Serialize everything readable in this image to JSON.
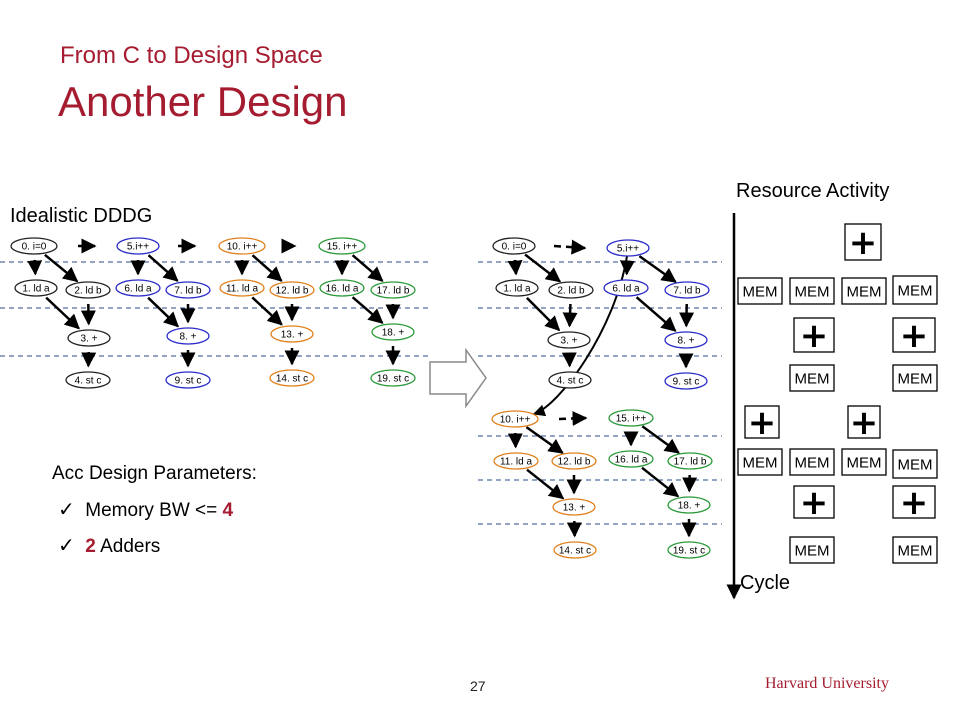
{
  "slide": {
    "subtitle": "From C to Design Space",
    "title": "Another Design",
    "left_label": "Idealistic DDDG",
    "resource_label": "Resource Activity",
    "cycle_label": "Cycle",
    "params_heading": "Acc Design Parameters:",
    "param1_text": "Memory BW <=",
    "param1_value": "4",
    "param2_value": "2",
    "param2_text": "Adders",
    "page_number": "27",
    "footer_brand": "Harvard University"
  },
  "colors": {
    "accent": "#a51c30",
    "node_black": "#222222",
    "node_blue": "#2b2bc8",
    "node_orange": "#e0801c",
    "node_green": "#2a9a3a"
  },
  "left_nodes": [
    {
      "label": "0.  i=0",
      "color": "node_black"
    },
    {
      "label": "1. ld a",
      "color": "node_black"
    },
    {
      "label": "2.  ld b",
      "color": "node_black"
    },
    {
      "label": "3.  +",
      "color": "node_black"
    },
    {
      "label": "4.  st c",
      "color": "node_black"
    },
    {
      "label": "5.i++",
      "color": "node_blue"
    },
    {
      "label": "6.  ld a",
      "color": "node_blue"
    },
    {
      "label": "7.  ld b",
      "color": "node_blue"
    },
    {
      "label": "8.  +",
      "color": "node_blue"
    },
    {
      "label": "9.  st c",
      "color": "node_blue"
    },
    {
      "label": "10.  i++",
      "color": "node_orange"
    },
    {
      "label": "11.  ld a",
      "color": "node_orange"
    },
    {
      "label": "12.  ld b",
      "color": "node_orange"
    },
    {
      "label": "13.  +",
      "color": "node_orange"
    },
    {
      "label": "14.  st c",
      "color": "node_orange"
    },
    {
      "label": "15.  i++",
      "color": "node_green"
    },
    {
      "label": "16.  ld a",
      "color": "node_green"
    },
    {
      "label": "17.  ld b",
      "color": "node_green"
    },
    {
      "label": "18.  +",
      "color": "node_green"
    },
    {
      "label": "19.  st c",
      "color": "node_green"
    }
  ],
  "right_nodes": [
    {
      "label": "0.  i=0",
      "color": "node_black"
    },
    {
      "label": "1.  ld a",
      "color": "node_black"
    },
    {
      "label": "2.  ld b",
      "color": "node_black"
    },
    {
      "label": "3.  +",
      "color": "node_black"
    },
    {
      "label": "4.  st c",
      "color": "node_black"
    },
    {
      "label": "5.i++",
      "color": "node_blue"
    },
    {
      "label": "6.  ld a",
      "color": "node_blue"
    },
    {
      "label": "7.  ld b",
      "color": "node_blue"
    },
    {
      "label": "8.  +",
      "color": "node_blue"
    },
    {
      "label": "9.  st c",
      "color": "node_blue"
    },
    {
      "label": "10.  i++",
      "color": "node_orange"
    },
    {
      "label": "11.  ld a",
      "color": "node_orange"
    },
    {
      "label": "12.  ld b",
      "color": "node_orange"
    },
    {
      "label": "13.  +",
      "color": "node_orange"
    },
    {
      "label": "14.  st c",
      "color": "node_orange"
    },
    {
      "label": "15.  i++",
      "color": "node_green"
    },
    {
      "label": "16.  ld a",
      "color": "node_green"
    },
    {
      "label": "17.  ld b",
      "color": "node_green"
    },
    {
      "label": "18.  +",
      "color": "node_green"
    },
    {
      "label": "19.  st c",
      "color": "node_green"
    }
  ],
  "resource": {
    "mem_label": "MEM",
    "adder_label": "+"
  }
}
